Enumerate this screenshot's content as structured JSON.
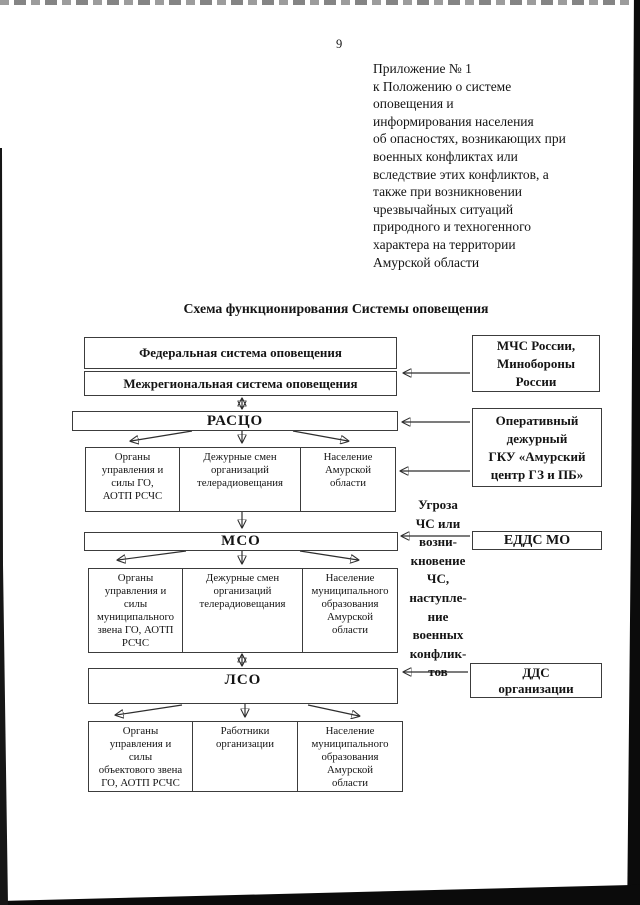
{
  "page_number": "9",
  "header": {
    "text": "Приложение № 1\nк Положению о системе\nоповещения и\nинформирования населения\nоб опасностях, возникающих при\nвоенных конфликтах или\nвследствие этих конфликтов, а\nтакже при возникновении\nчрезвычайных ситуаций\nприродного и техногенного\nхарактера на территории\nАмурской области"
  },
  "diagram": {
    "title": "Схема функционирования Системы оповещения",
    "federal": "Федеральная система оповещения",
    "interregional": "Межрегиональная система оповещения",
    "rasco": "РАСЦО",
    "mso": "МСО",
    "lso": "ЛСО",
    "row1": {
      "a": "Органы\nуправления и\nсилы ГО,\nАОТП РСЧС",
      "b": "Дежурные смен\nорганизаций\nтелерадиовещания",
      "c": "Население\nАмурской\nобласти"
    },
    "row2": {
      "a": "Органы\nуправления и\nсилы\nмуниципального\nзвена ГО, АОТП\nРСЧС",
      "b": "Дежурные смен\nорганизаций\nтелерадиовещания",
      "c": "Население\nмуниципального\nобразования\nАмурской\nобласти"
    },
    "row3": {
      "a": "Органы\nуправления и\nсилы\nобъектового звена\nГО, АОТП РСЧС",
      "b": "Работники\nорганизации",
      "c": "Население\nмуниципального\nобразования\nАмурской\nобласти"
    },
    "right": {
      "mchs": "МЧС России,\nМинобороны\nРоссии",
      "operative": "Оперативный\nдежурный\nГКУ «Амурский\nцентр ГЗ и ПБ»",
      "edds": "ЕДДС МО",
      "dds": "ДДС\nорганизации"
    },
    "note": "Угроза\nЧС или\nвозни-\nкновение\nЧС,\nнаступле-\nние\nвоенных\nконфлик-\nтов",
    "colors": {
      "ink": "#141414",
      "border": "#3c3c3c",
      "paper": "#ffffff",
      "scan_edge": "#0b0b0b"
    }
  }
}
